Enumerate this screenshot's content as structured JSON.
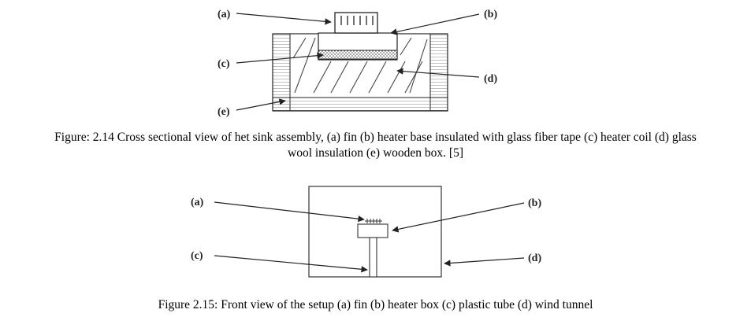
{
  "figure1": {
    "labels": {
      "a": "(a)",
      "b": "(b)",
      "c": "(c)",
      "d": "(d)",
      "e": "(e)"
    },
    "caption_line1": "Figure: 2.14 Cross sectional view of het sink assembly, (a) fin (b) heater base insulated with glass fiber tape (c) heater coil (d) glass",
    "caption_line2": "wool insulation (e) wooden box. [5]"
  },
  "figure2": {
    "labels": {
      "a": "(a)",
      "b": "(b)",
      "c": "(c)",
      "d": "(d)"
    },
    "caption": "Figure 2.15: Front view of the setup (a) fin (b) heater box (c) plastic tube (d) wind tunnel"
  },
  "colors": {
    "line": "#222222",
    "hatch": "#555555",
    "background": "#ffffff"
  }
}
